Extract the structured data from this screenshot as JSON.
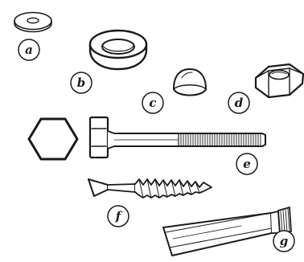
{
  "colors": {
    "ink": "#1a1a1a",
    "paper": "#ffffff",
    "fill_light": "#f4f4f4"
  },
  "parts": [
    {
      "id": "a",
      "label": "a",
      "icon": "washer-icon"
    },
    {
      "id": "b",
      "label": "b",
      "icon": "ring-icon"
    },
    {
      "id": "c",
      "label": "c",
      "icon": "cap-icon"
    },
    {
      "id": "d",
      "label": "d",
      "icon": "hex-nut-icon"
    },
    {
      "id": "e",
      "label": "e",
      "icon": "hex-bolt-icon"
    },
    {
      "id": "f",
      "label": "f",
      "icon": "screw-icon"
    },
    {
      "id": "g",
      "label": "g",
      "icon": "tube-icon"
    }
  ]
}
